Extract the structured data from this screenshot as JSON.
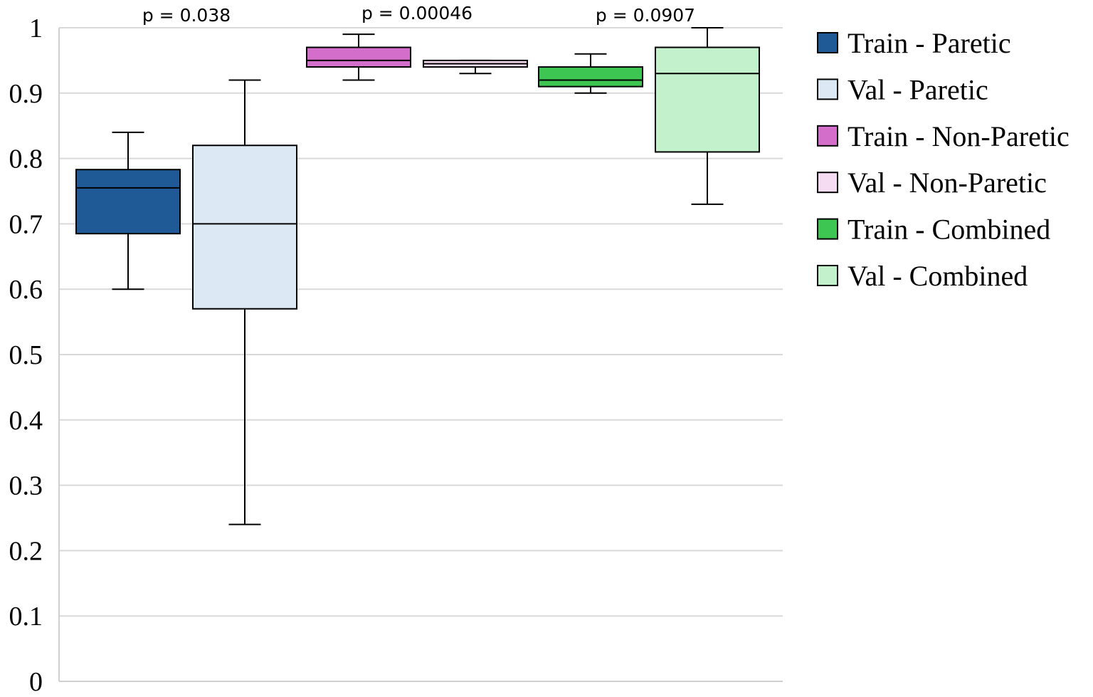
{
  "chart_data": {
    "type": "box",
    "title": "",
    "xlabel": "",
    "ylabel": "",
    "ylim": [
      0,
      1
    ],
    "yticks": [
      0,
      0.1,
      0.2,
      0.3,
      0.4,
      0.5,
      0.6,
      0.7,
      0.8,
      0.9,
      1
    ],
    "ytick_labels": [
      "0",
      "0.1",
      "0.2",
      "0.3",
      "0.4",
      "0.5",
      "0.6",
      "0.7",
      "0.8",
      "0.9",
      "1"
    ],
    "grid": true,
    "legend_position": "right",
    "groups": [
      {
        "p_value_label": "p = 0.038",
        "boxes": [
          {
            "name": "Train - Paretic",
            "color": "#1f5a96",
            "min": 0.6,
            "q1": 0.685,
            "median": 0.755,
            "q3": 0.783,
            "max": 0.84
          },
          {
            "name": "Val - Paretic",
            "color": "#dce9f5",
            "min": 0.24,
            "q1": 0.57,
            "median": 0.7,
            "q3": 0.82,
            "max": 0.92
          }
        ]
      },
      {
        "p_value_label": "p = 0.00046",
        "boxes": [
          {
            "name": "Train - Non-Paretic",
            "color": "#d46ecb",
            "min": 0.92,
            "q1": 0.94,
            "median": 0.95,
            "q3": 0.97,
            "max": 0.99
          },
          {
            "name": "Val - Non-Paretic",
            "color": "#f6dcf2",
            "min": 0.93,
            "q1": 0.94,
            "median": 0.945,
            "q3": 0.95,
            "max": 0.94
          }
        ]
      },
      {
        "p_value_label": "p = 0.0907",
        "boxes": [
          {
            "name": "Train - Combined",
            "color": "#3ec653",
            "min": 0.9,
            "q1": 0.91,
            "median": 0.92,
            "q3": 0.94,
            "max": 0.96
          },
          {
            "name": "Val - Combined",
            "color": "#c3f1cb",
            "min": 0.73,
            "q1": 0.81,
            "median": 0.93,
            "q3": 0.97,
            "max": 1.0
          }
        ]
      }
    ],
    "legend": [
      {
        "label": "Train - Paretic",
        "color": "#1f5a96"
      },
      {
        "label": "Val - Paretic",
        "color": "#dce9f5"
      },
      {
        "label": "Train - Non-Paretic",
        "color": "#d46ecb"
      },
      {
        "label": "Val - Non-Paretic",
        "color": "#f6dcf2"
      },
      {
        "label": "Train - Combined",
        "color": "#3ec653"
      },
      {
        "label": "Val - Combined",
        "color": "#c3f1cb"
      }
    ]
  }
}
